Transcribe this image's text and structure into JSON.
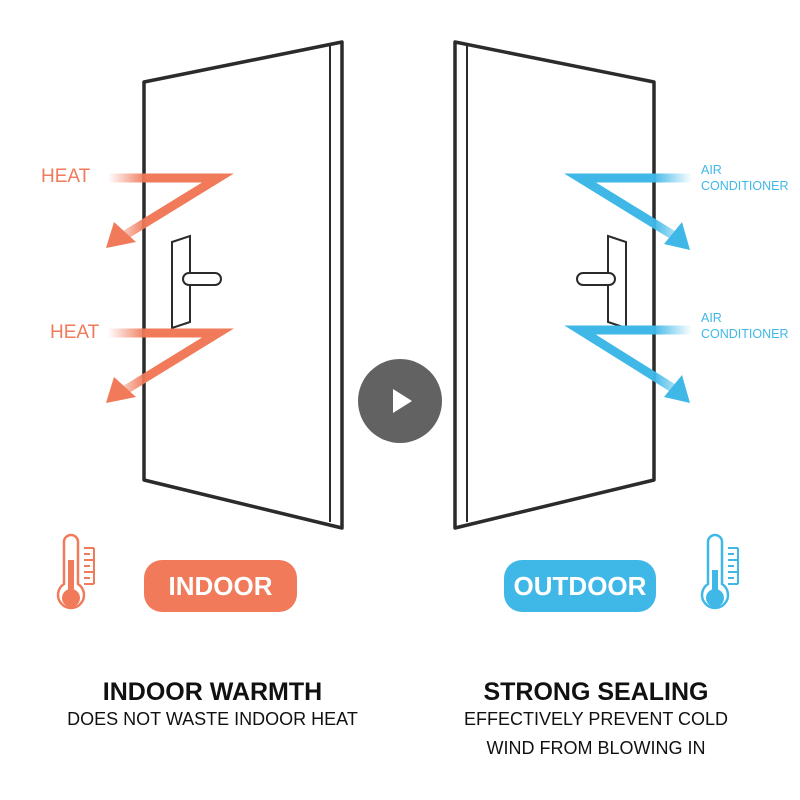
{
  "left_panel": {
    "arrow_label_1": "HEAT",
    "arrow_label_2": "HEAT",
    "badge": "INDOOR",
    "title": "INDOOR WARMTH",
    "subtitle": "DOES NOT WASTE INDOOR HEAT"
  },
  "right_panel": {
    "arrow_label_1": "AIR\nCONDITIONER",
    "arrow_label_2": "AIR\nCONDITIONER",
    "badge": "OUTDOOR",
    "title": "STRONG SEALING",
    "subtitle_line1": "EFFECTIVELY PREVENT COLD",
    "subtitle_line2": "WIND FROM BLOWING IN"
  },
  "colors": {
    "warm": "#f07a5a",
    "cool": "#3fb8e8",
    "outline": "#2b2b2b"
  },
  "icons": {
    "play": "play-icon",
    "thermometer_warm": "thermometer-warm-icon",
    "thermometer_cool": "thermometer-cool-icon"
  }
}
